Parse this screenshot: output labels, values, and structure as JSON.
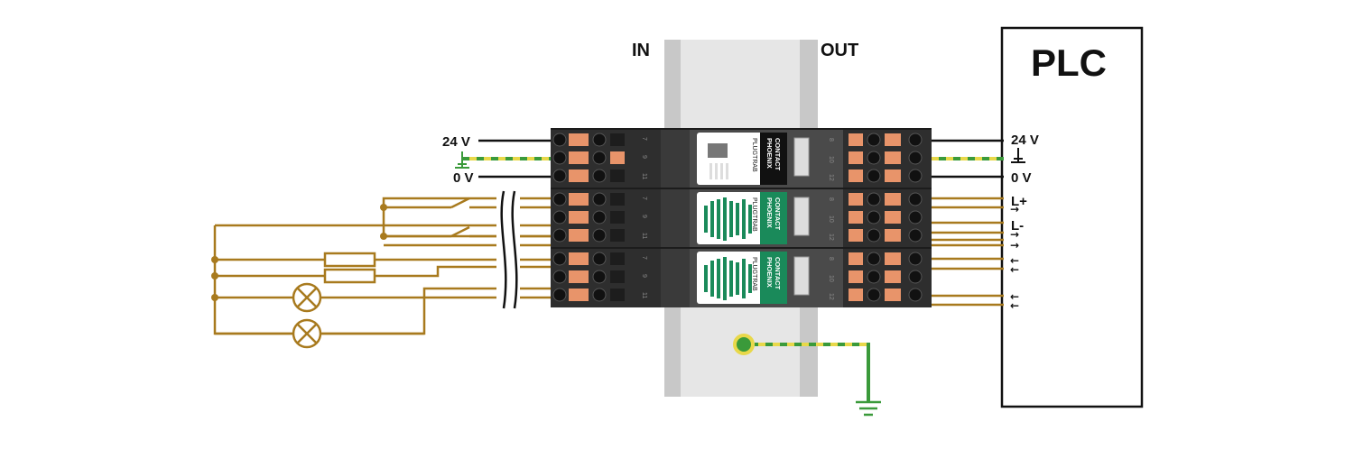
{
  "labels": {
    "in": "IN",
    "out": "OUT",
    "plc": "PLC",
    "left_24v": "24 V",
    "left_0v": "0 V",
    "right_24v": "24 V",
    "right_0v": "0 V",
    "l_plus": "L+",
    "l_minus": "L-"
  },
  "modules": [
    {
      "brand_line1": "PHOENIX",
      "brand_line2": "CONTACT",
      "product": "PLUGTRAB",
      "terminals_left": [
        "7",
        "9",
        "11"
      ],
      "terminals_right": [
        "8",
        "10",
        "12"
      ]
    },
    {
      "brand_line1": "PHOENIX",
      "brand_line2": "CONTACT",
      "product": "PLUGTRAB",
      "terminals_left": [
        "7",
        "9",
        "11"
      ],
      "terminals_right": [
        "8",
        "10",
        "12"
      ]
    },
    {
      "brand_line1": "PHOENIX",
      "brand_line2": "CONTACT",
      "product": "PLUGTRAB",
      "terminals_left": [
        "7",
        "9",
        "11"
      ],
      "terminals_right": [
        "8",
        "10",
        "12"
      ]
    }
  ],
  "colors": {
    "wire_signal": "#a87a1e",
    "wire_power": "#111111",
    "ground_green": "#3a9a3a",
    "ground_yellow": "#e8d84a",
    "rail": "#d9d9d9",
    "housing": "#3a3a3a",
    "clamp": "#e8946a",
    "module_accent": "#1a8a5a"
  }
}
